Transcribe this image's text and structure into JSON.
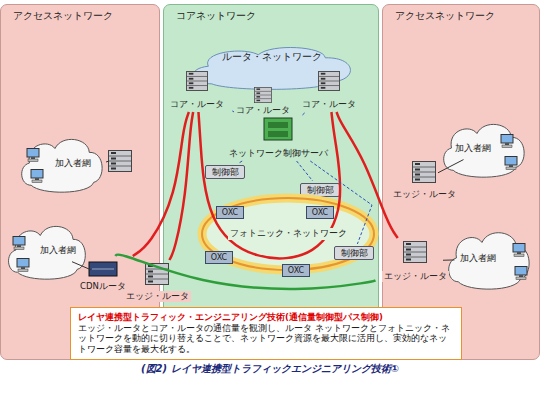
{
  "diagram": {
    "caption": "(図2) レイヤ連携型トラフィックエンジニアリング技術①",
    "nodes": [
      {
        "text": [
          "アクセスネットワーク"
        ]
      },
      {
        "text": [
          "コアネットワーク"
        ]
      },
      {
        "text": [
          "アクセスネットワーク"
        ]
      },
      {
        "text": [
          "ルータ・ネットワーク"
        ],
        "in": 1
      },
      {
        "text": [
          "コア・ルータ"
        ],
        "in": 1
      },
      {
        "text": [
          "コア・ルータ"
        ],
        "in": 1
      },
      {
        "text": [
          "コア・ルータ"
        ],
        "in": 1
      },
      {
        "text": [
          "ネットワーク制御サーバ"
        ],
        "in": 1
      },
      {
        "text": [
          "制御部"
        ],
        "in": 1
      },
      {
        "text": [
          "制御部"
        ],
        "in": 1
      },
      {
        "text": [
          "フォトニック・ネットワーク"
        ],
        "in": 1
      },
      {
        "text": [
          "制御部"
        ],
        "in": 1
      },
      {
        "text": [
          "OXC"
        ],
        "in": 1
      },
      {
        "text": [
          "OXC"
        ],
        "in": 1
      },
      {
        "text": [
          "OXC"
        ],
        "in": 1
      },
      {
        "text": [
          "OXC"
        ],
        "in": 1
      },
      {
        "text": [
          "加入者網"
        ],
        "in": 0
      },
      {
        "text": [
          "加入者網"
        ],
        "in": 0
      },
      {
        "text": [
          "CDNルータ"
        ],
        "in": 0
      },
      {
        "text": [
          "エッジ・ルータ"
        ],
        "in": 0
      },
      {
        "text": [
          "加入者網"
        ],
        "in": 2
      },
      {
        "text": [
          "エッジ・ルータ"
        ],
        "in": 2
      },
      {
        "text": [
          "加入者網"
        ],
        "in": 2
      },
      {
        "text": [
          "エッジ・ルータ"
        ],
        "in": 2
      },
      {
        "text": [
          "レイヤ連携型トラフィック・エンジニアリング技術(通信量制御型パス制御)",
          "エッジ・ルータとコア・ルータの通信量を観測し、ルータ ネットワークとフォトニック・ネットワークを動的に切り替えることで、ネットワーク資源を最大限に活用し、実効的なネットワーク容量を最大化する。"
        ]
      }
    ],
    "edges": [
      {
        "from": 18,
        "to": 4,
        "arrow": "none"
      },
      {
        "from": 19,
        "to": 4,
        "arrow": "none"
      },
      {
        "from": 23,
        "to": 6,
        "arrow": "none"
      },
      {
        "from": 4,
        "to": 6,
        "arrow": "none"
      },
      {
        "from": 18,
        "to": 23,
        "arrow": "none"
      },
      {
        "from": 7,
        "to": 8,
        "arrow": "none"
      },
      {
        "from": 7,
        "to": 9,
        "arrow": "none"
      },
      {
        "from": 7,
        "to": 11,
        "arrow": "none"
      },
      {
        "from": 7,
        "to": 4,
        "arrow": "none"
      },
      {
        "from": 7,
        "to": 6,
        "arrow": "none"
      },
      {
        "from": 17,
        "to": 18,
        "arrow": "none"
      },
      {
        "from": 20,
        "to": 21,
        "arrow": "none"
      },
      {
        "from": 22,
        "to": 23,
        "arrow": "none"
      }
    ]
  }
}
